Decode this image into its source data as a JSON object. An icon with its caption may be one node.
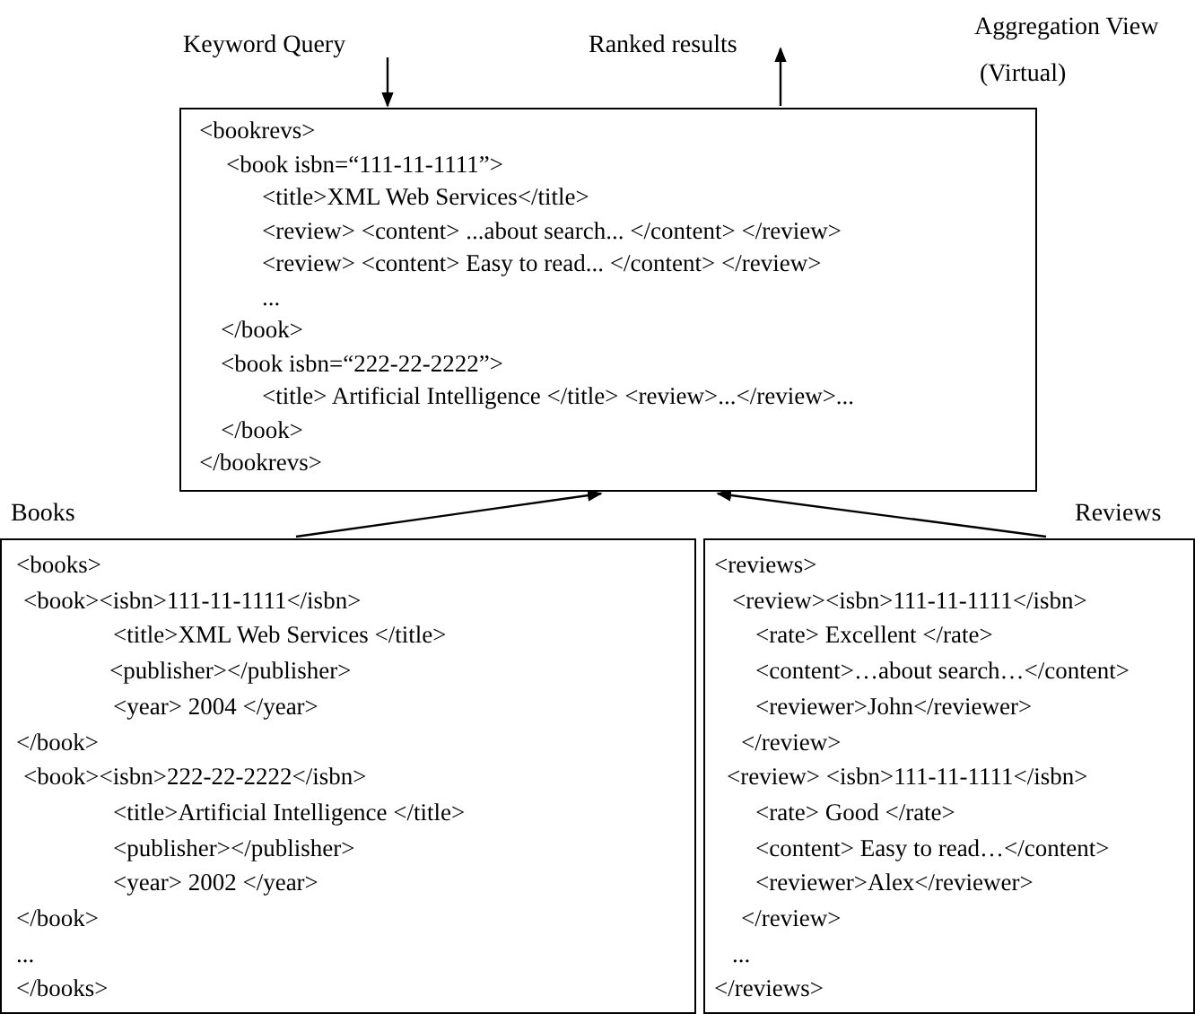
{
  "diagram": {
    "nodes": [
      {
        "beside": [
          "Aggregation View",
          "(Virtual)"
        ],
        "text": [
          "<bookrevs>",
          "<book isbn=“111-11-1111”>",
          "<title>XML Web Services</title>",
          "<review> <content> ...about search... </content> </review>",
          "<review> <content> Easy to read... </content> </review>",
          "...",
          "</book>",
          "<book isbn=“222-22-2222”>",
          "<title> Artificial Intelligence </title> <review>...</review>...",
          "</book>",
          "</bookrevs>"
        ]
      },
      {
        "text": [
          "Books",
          "<books>",
          "<book><isbn>111-11-1111</isbn>",
          "<title>XML Web Services </title>",
          "<publisher></publisher>",
          "<year> 2004 </year>",
          "</book>",
          "<book><isbn>222-22-2222</isbn>",
          "<title>Artificial Intelligence </title>",
          "<publisher></publisher>",
          "<year> 2002 </year>",
          "</book>",
          "...",
          "</books>"
        ]
      },
      {
        "text": [
          "Reviews",
          "<reviews>",
          "<review><isbn>111-11-1111</isbn>",
          "<rate> Excellent </rate>",
          "<content>…about search…</content>",
          "<reviewer>John</reviewer>",
          "</review>",
          "<review> <isbn>111-11-1111</isbn>",
          "<rate> Good </rate>",
          "<content> Easy to read…</content>",
          "<reviewer>Alex</reviewer>",
          "</review>",
          "...",
          "</reviews>"
        ]
      }
    ],
    "edges": [
      {
        "from": null,
        "to": 0,
        "arrow": "to",
        "label": "Keyword Query"
      },
      {
        "from": 0,
        "to": null,
        "arrow": "to",
        "label": "Ranked results"
      },
      {
        "from": 1,
        "to": 0,
        "arrow": "to"
      },
      {
        "from": 2,
        "to": 0,
        "arrow": "to"
      }
    ]
  }
}
